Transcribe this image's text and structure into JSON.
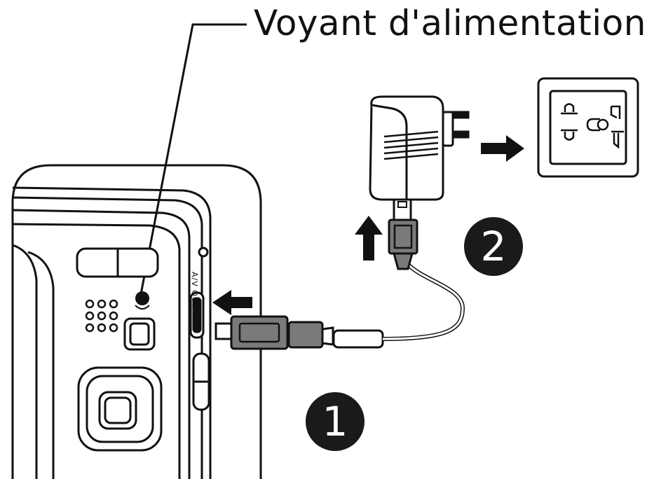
{
  "title": "Voyant d'alimentation",
  "steps": [
    {
      "number": "1"
    },
    {
      "number": "2"
    }
  ],
  "port_label": "A/V OUT ⇋",
  "colors": {
    "ink": "#1a1a1a",
    "gray": "#7a7a7a",
    "paper": "#ffffff"
  }
}
